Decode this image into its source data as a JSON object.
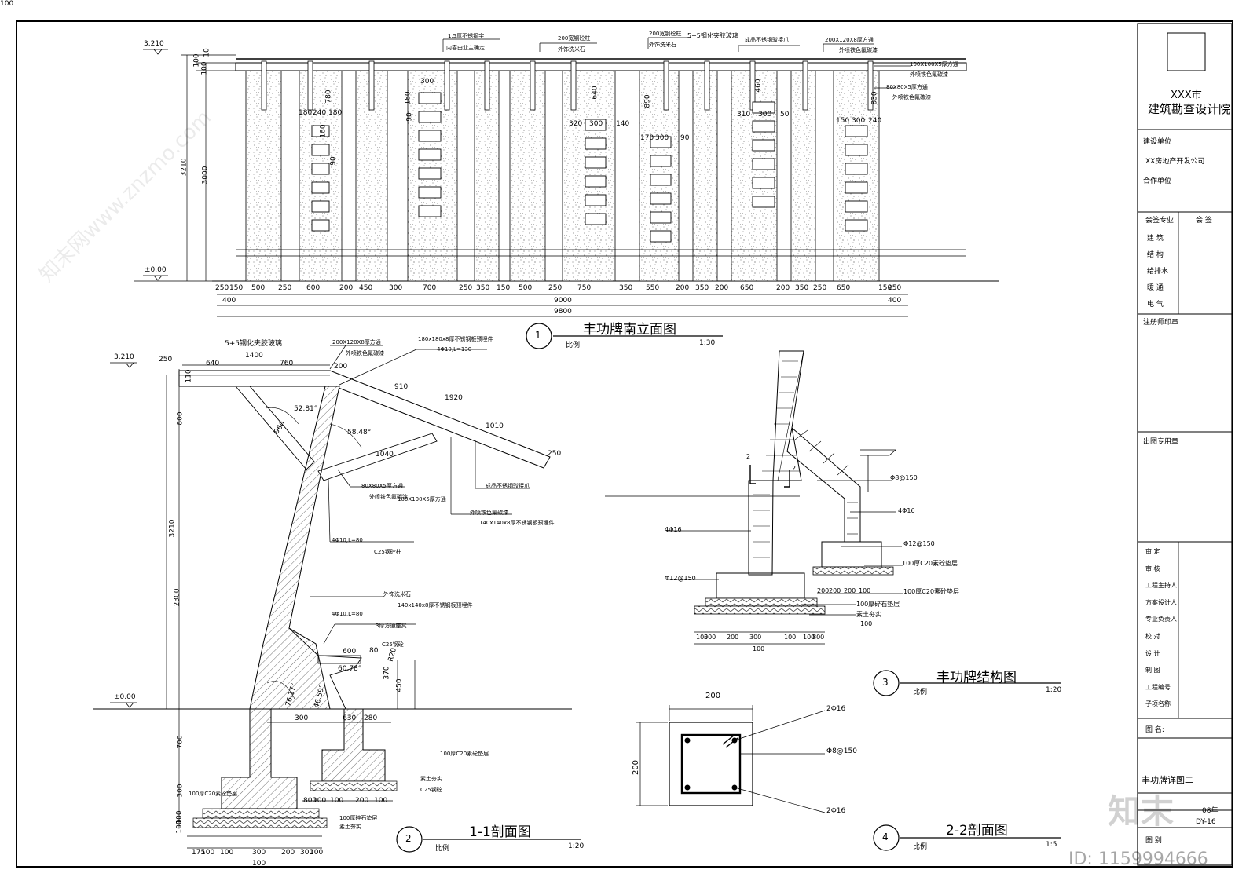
{
  "elevation": {
    "levels": {
      "top": "3.210",
      "ground": "±0.00"
    },
    "vertical_dims": [
      "3210",
      "3000",
      "100",
      "100",
      "10"
    ],
    "callouts": [
      "1.5厚不锈钢字",
      "内容由业主确定",
      "200宽钢砼柱",
      "外饰洗米石",
      "200宽钢砼柱",
      "外饰洗米石",
      "5+5钢化夹胶玻璃",
      "成品不锈钢驳接爪",
      "200X120X8厚方通",
      "外喷铁色氟碳漆",
      "100X100X5厚方通",
      "外喷铁色氟碳漆",
      "80X80X5厚方通",
      "外喷铁色氟碳漆"
    ],
    "panel_dims": [
      "300",
      "180",
      "240",
      "180",
      "780",
      "180",
      "90",
      "180",
      "90",
      "640",
      "320",
      "300",
      "140",
      "890",
      "170",
      "300",
      "90",
      "460",
      "310",
      "300",
      "50",
      "830",
      "150",
      "300",
      "240"
    ],
    "bottom_dims": [
      "250",
      "150",
      "500",
      "250",
      "600",
      "200",
      "450",
      "300",
      "700",
      "250",
      "350",
      "150",
      "500",
      "250",
      "750",
      "350",
      "550",
      "200",
      "350",
      "200",
      "650",
      "200",
      "350",
      "250",
      "650",
      "150",
      "250"
    ],
    "overall_dims": [
      "400",
      "9000",
      "400",
      "9800"
    ]
  },
  "section": {
    "levels": {
      "top": "3.210",
      "ground": "±0.00"
    },
    "dims": [
      "5+5钢化夹胶玻璃",
      "1400",
      "250",
      "640",
      "760",
      "200",
      "910",
      "1920",
      "1010",
      "250",
      "1040",
      "52.81°",
      "58.48°",
      "960",
      "110",
      "800",
      "3210",
      "2300",
      "700",
      "300",
      "100",
      "100",
      "600",
      "80",
      "R20",
      "60.78°",
      "76.17°",
      "46.59°",
      "370",
      "450",
      "300",
      "630",
      "280",
      "175",
      "100",
      "100",
      "300",
      "200",
      "300",
      "100",
      "100",
      "800",
      "100",
      "100",
      "200",
      "100",
      "100"
    ],
    "callouts": [
      "200X120X8厚方通",
      "外喷铁色氟碳漆",
      "180x180x8厚不锈钢板预埋件",
      "4Φ10,L=130",
      "80X80X5厚方通",
      "外喷铁色氟碳漆",
      "成品不锈钢驳接爪",
      "100X100X5厚方通",
      "外喷铁色氟碳漆",
      "140x140x8厚不锈钢板预埋件",
      "4Φ10,L=80",
      "C25钢砼柱",
      "外饰洗米石",
      "140x140x8厚不锈钢板预埋件",
      "4Φ10,L=80",
      "3厚方通座凳",
      "C25钢砼",
      "100厚C20素砼垫层",
      "素土夯实",
      "C25钢砼",
      "100厚C20素砼垫层",
      "100厚碎石垫层",
      "素土夯实"
    ]
  },
  "structure": {
    "dims": [
      "2",
      "2",
      "Φ8@150",
      "4Φ16",
      "4Φ16",
      "Φ12@150",
      "Φ12@150",
      "100厚C20素砼垫层",
      "100厚C20素砼垫层",
      "100厚碎石垫层",
      "素土夯实",
      "100",
      "100",
      "300",
      "200",
      "300",
      "100",
      "100",
      "800",
      "100",
      "200",
      "200",
      "200",
      "100"
    ]
  },
  "section22": {
    "dims": [
      "200",
      "200",
      "2Φ16",
      "Φ8@150",
      "2Φ16"
    ]
  },
  "captions": [
    {
      "num": "1",
      "title": "丰功牌南立面图",
      "label": "比例",
      "scale": "1:30"
    },
    {
      "num": "2",
      "title": "1-1剖面图",
      "label": "比例",
      "scale": "1:20"
    },
    {
      "num": "3",
      "title": "丰功牌结构图",
      "label": "比例",
      "scale": "1:20"
    },
    {
      "num": "4",
      "title": "2-2剖面图",
      "label": "比例",
      "scale": "1:5"
    }
  ],
  "title_block": {
    "institute": [
      "XXX市",
      "建筑勘查设计院"
    ],
    "client_label": "建设单位",
    "client": "XX房地产开发公司",
    "partner_label": "合作单位",
    "sign_header": [
      "会签专业",
      "会 签"
    ],
    "disciplines": [
      "建 筑",
      "结 构",
      "给排水",
      "暖 通",
      "电 气"
    ],
    "stamp_label": "注册师印章",
    "issue_stamp": "出图专用章",
    "roles": [
      "审 定",
      "审 核",
      "工程主持人",
      "方案设计人",
      "专业负责人",
      "校 对",
      "设 计",
      "制 图",
      "工程编号",
      "子项名称"
    ],
    "drawing_name_label": "图 名:",
    "drawing_name": "丰功牌详图二",
    "date_frag": "08年",
    "no_frag": "DY-16",
    "sheet_label": "图 别"
  },
  "watermark": {
    "logo": "知末",
    "id": "ID: 1159994666",
    "url": "知末网www.znzmo.com"
  }
}
